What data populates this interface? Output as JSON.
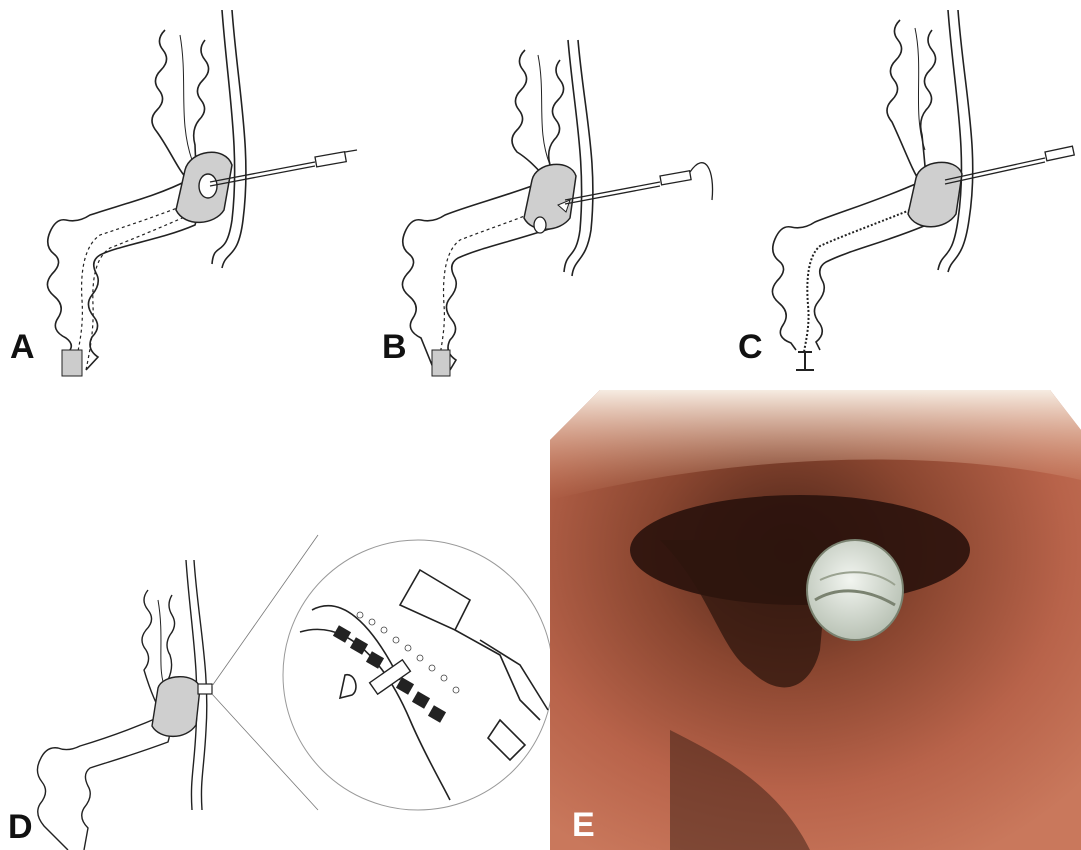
{
  "figure": {
    "panels": [
      {
        "id": "A",
        "label": "A"
      },
      {
        "id": "B",
        "label": "B"
      },
      {
        "id": "C",
        "label": "C"
      },
      {
        "id": "D",
        "label": "D"
      },
      {
        "id": "E",
        "label": "E"
      }
    ]
  },
  "colors": {
    "line": "#222222",
    "device_fill": "#d8d8d8",
    "device_shade": "#8a8a8a",
    "endoscopy_base": "#b8634a",
    "endoscopy_dark": "#3a1d14",
    "endoscopy_light": "#f3e8de",
    "implant_white": "#e9eee8"
  },
  "icons": {
    "needle": "needle-icon",
    "plug": "plug-device-icon",
    "magnifier": "magnified-inset-icon"
  }
}
